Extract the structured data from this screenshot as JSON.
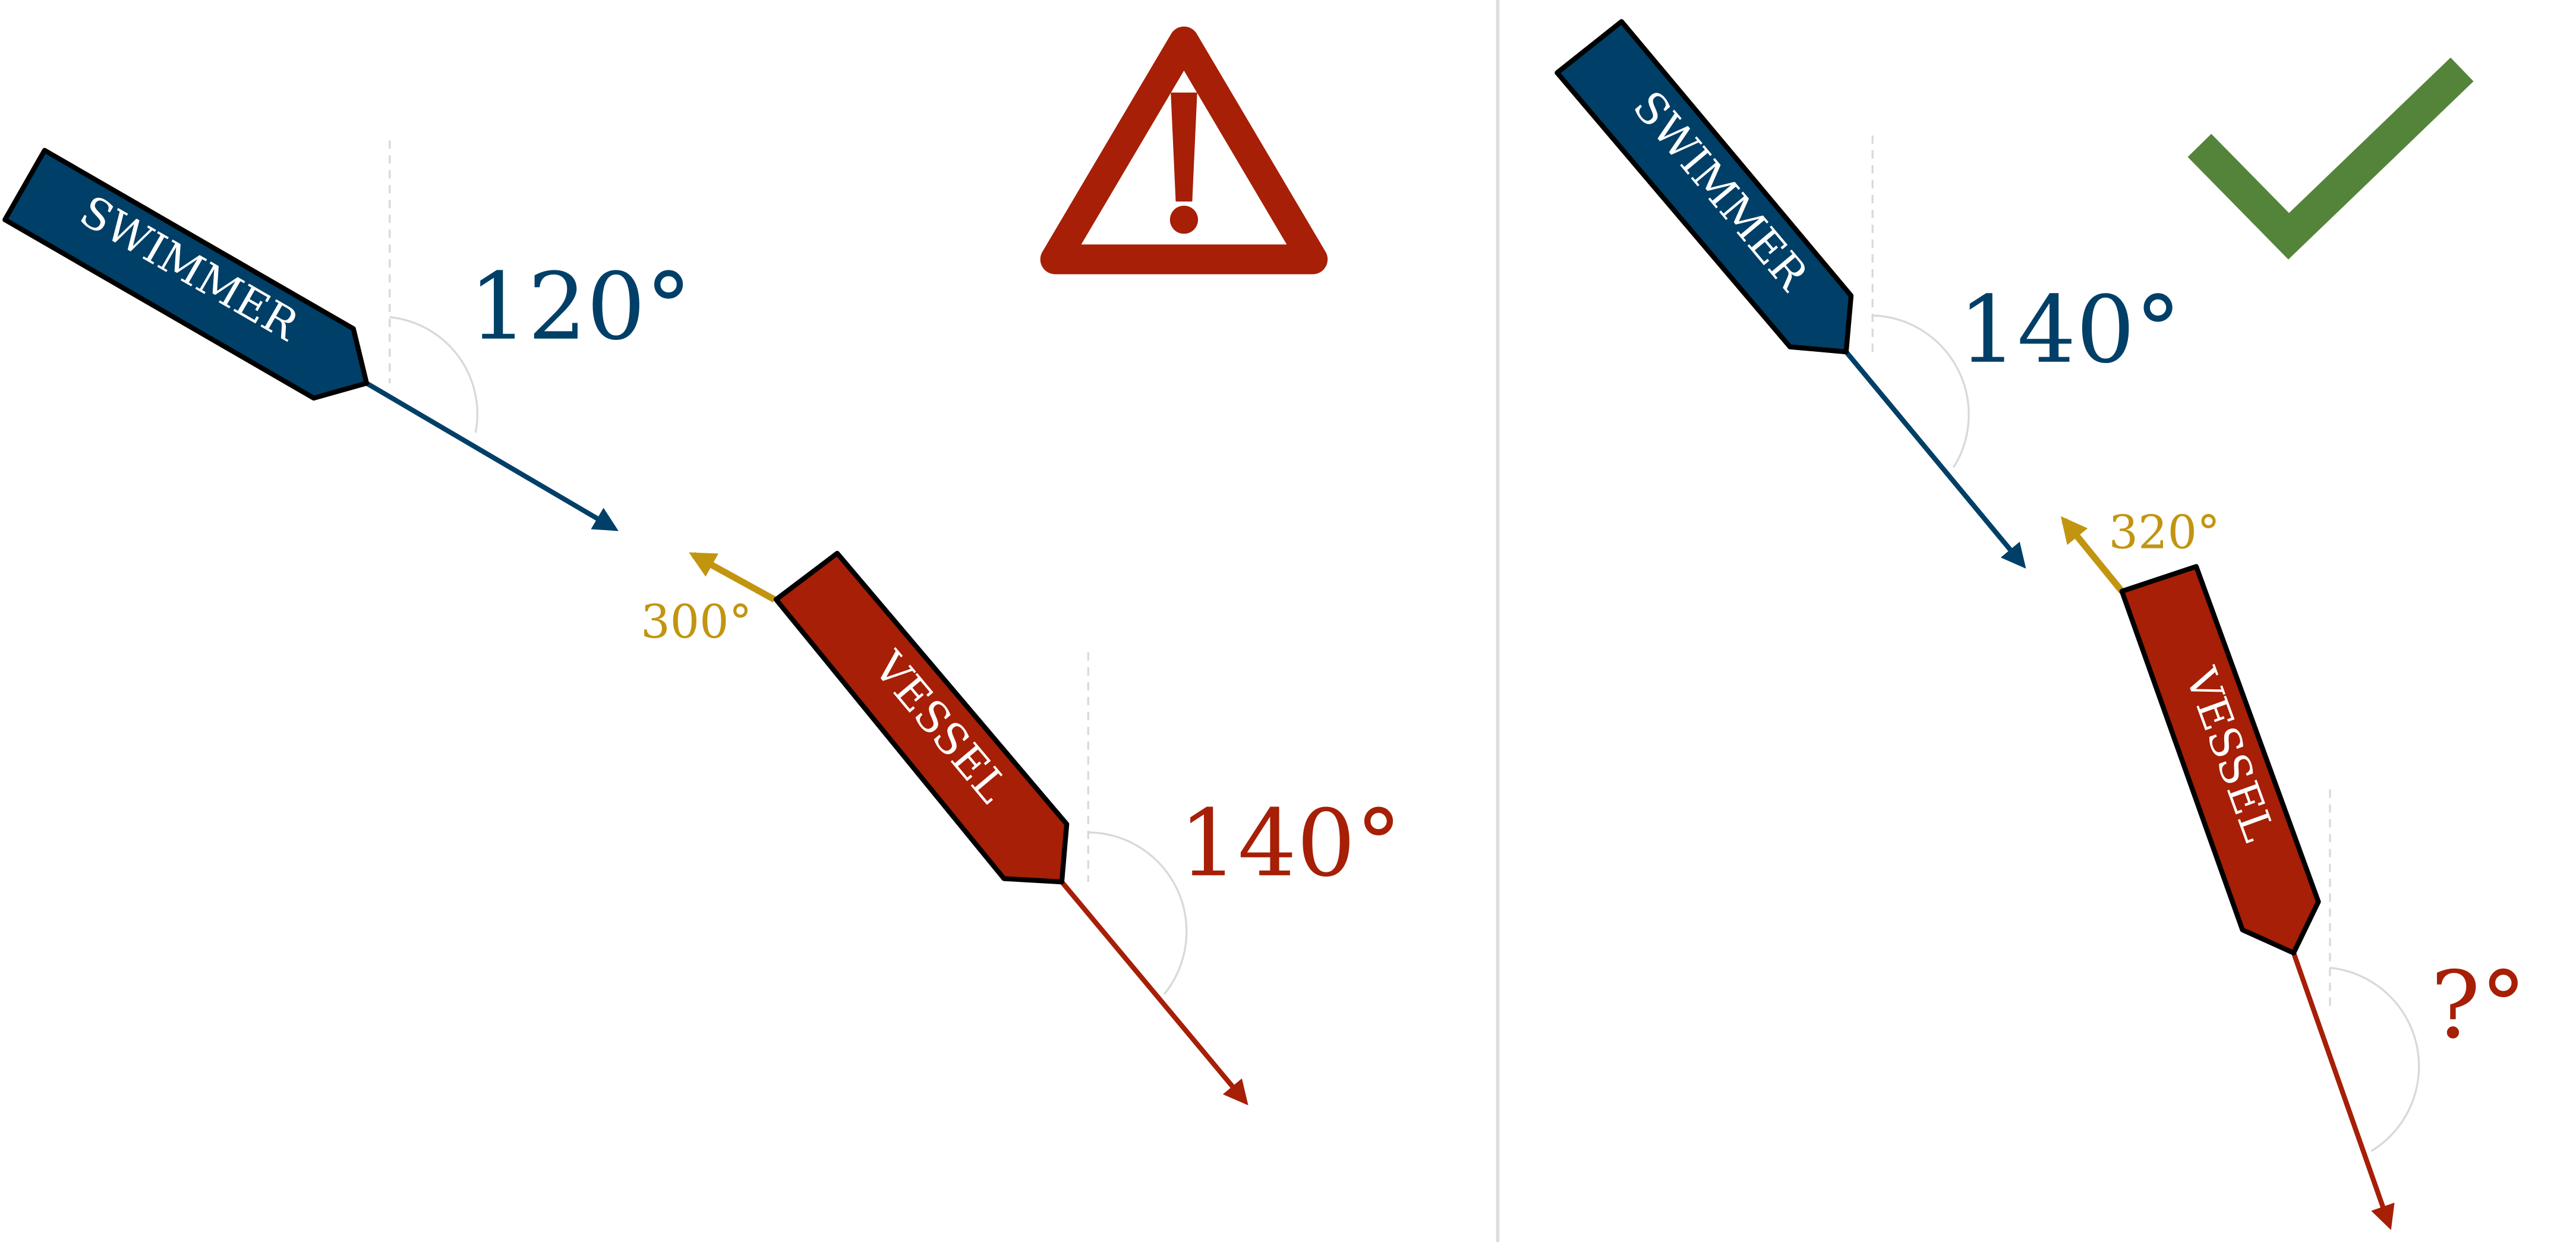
{
  "colors": {
    "swimmer": "#003f67",
    "vessel": "#a61f06",
    "reverse": "#c29511",
    "warning": "#a61f06",
    "check": "#54843a",
    "divider": "#dddddd",
    "guide": "#d9d9d9"
  },
  "left": {
    "icon": "warning-triangle-icon",
    "swimmer": {
      "label": "SWIMMER",
      "angle_label": "120°",
      "heading_deg": 120
    },
    "vessel": {
      "label": "VESSEL",
      "angle_label": "140°",
      "heading_deg": 140
    },
    "reverse": {
      "angle_label": "300°",
      "heading_deg": 300
    }
  },
  "right": {
    "icon": "check-mark-icon",
    "swimmer": {
      "label": "SWIMMER",
      "angle_label": "140°",
      "heading_deg": 140
    },
    "vessel": {
      "label": "VESSEL",
      "angle_label": "?°",
      "heading_deg": null
    },
    "reverse": {
      "angle_label": "320°",
      "heading_deg": 320
    }
  }
}
